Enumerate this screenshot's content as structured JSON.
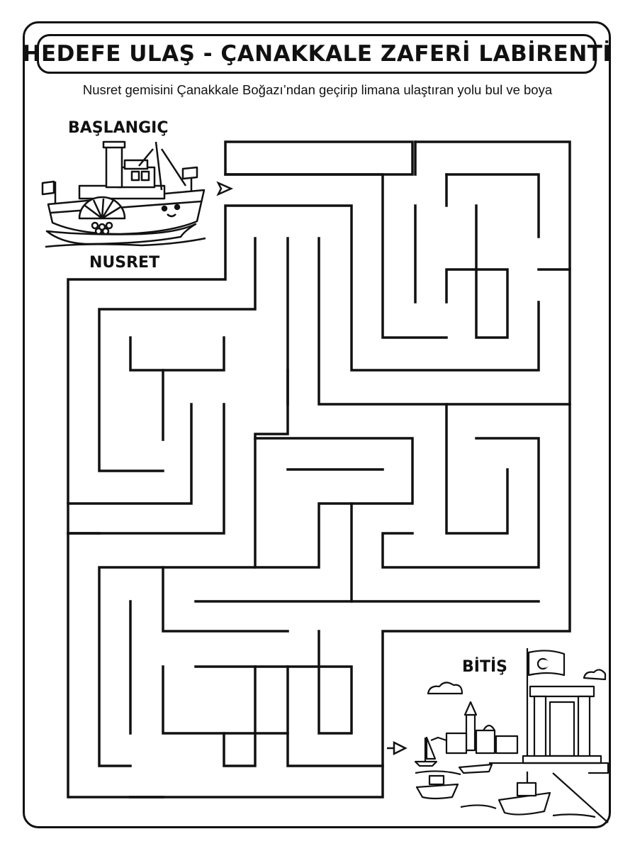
{
  "header": {
    "title": "HEDEFE ULAŞ - ÇANAKKALE ZAFERİ LABİRENTİ",
    "subtitle": "Nusret gemisini Çanakkale Boğazı’ndan geçirip limana ulaştıran yolu bul ve boya"
  },
  "labels": {
    "start": "BAŞLANGIÇ",
    "ship_name": "NUSRET",
    "finish": "BİTİŞ"
  },
  "icons": {
    "ship": "paddle-steamer-ship-icon",
    "start_arrow": "start-arrow-icon",
    "finish_arrow": "finish-arrow-icon",
    "monument": "canakkale-martyrs-monument-icon",
    "flag": "turkish-flag-icon",
    "boats": "fishing-boat-icon"
  },
  "colors": {
    "ink": "#111111",
    "background": "#ffffff"
  }
}
